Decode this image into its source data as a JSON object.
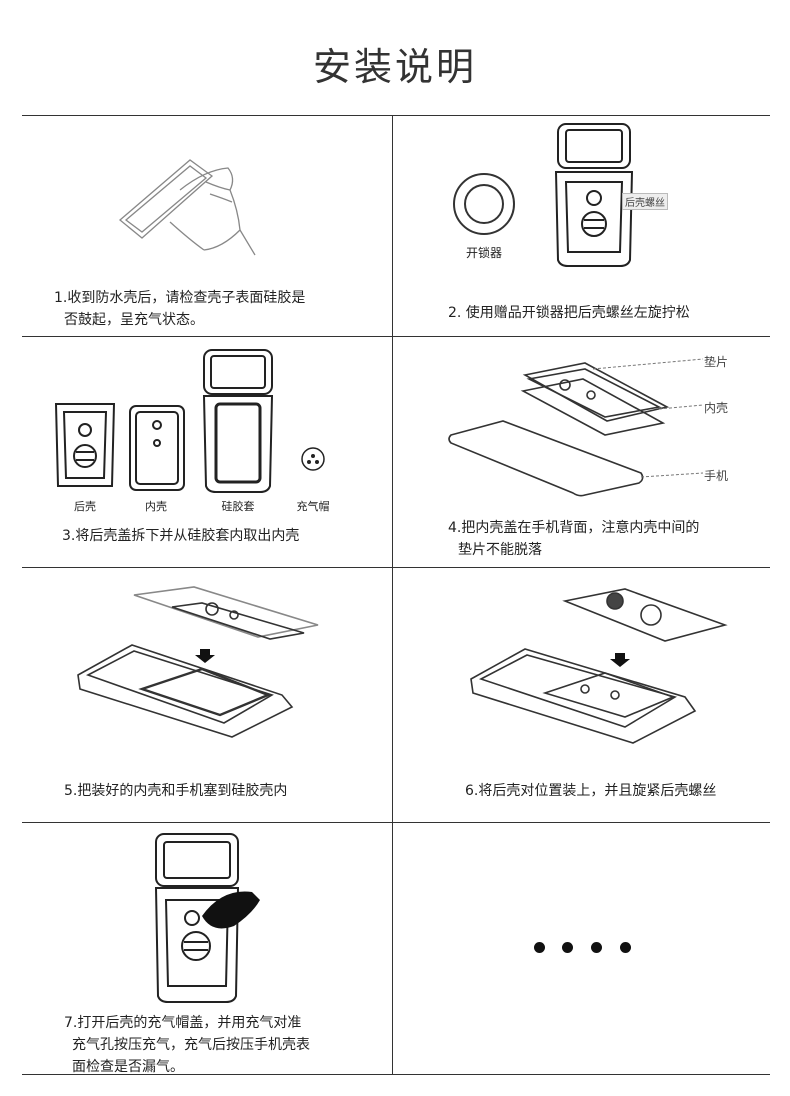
{
  "title": "安装说明",
  "steps": [
    {
      "caption_lines": [
        "1.收到防水壳后，请检查壳子表面硅胶是",
        "否鼓起，呈充气状态。"
      ]
    },
    {
      "caption_lines": [
        "2. 使用赠品开锁器把后壳螺丝左旋拧松"
      ],
      "labels": {
        "unlocker": "开锁器",
        "screw": "后壳螺丝"
      }
    },
    {
      "caption_lines": [
        "3.将后壳盖拆下并从硅胶套内取出内壳"
      ],
      "labels": {
        "back_shell": "后壳",
        "inner_shell": "内壳",
        "silicone_sleeve": "硅胶套",
        "valve_cap": "充气帽"
      }
    },
    {
      "caption_lines": [
        "4.把内壳盖在手机背面，注意内壳中间的",
        "垫片不能脱落"
      ],
      "labels": {
        "gasket": "垫片",
        "inner_shell": "内壳",
        "phone": "手机"
      }
    },
    {
      "caption_lines": [
        "5.把装好的内壳和手机塞到硅胶壳内"
      ]
    },
    {
      "caption_lines": [
        "6.将后壳对位置装上，并且旋紧后壳螺丝"
      ]
    },
    {
      "caption_lines": [
        "7.打开后壳的充气帽盖，并用充气对准",
        "充气孔按压充气，充气后按压手机壳表",
        "面检查是否漏气。"
      ]
    },
    {
      "caption_lines": []
    }
  ],
  "ellipsis_dots": 4
}
